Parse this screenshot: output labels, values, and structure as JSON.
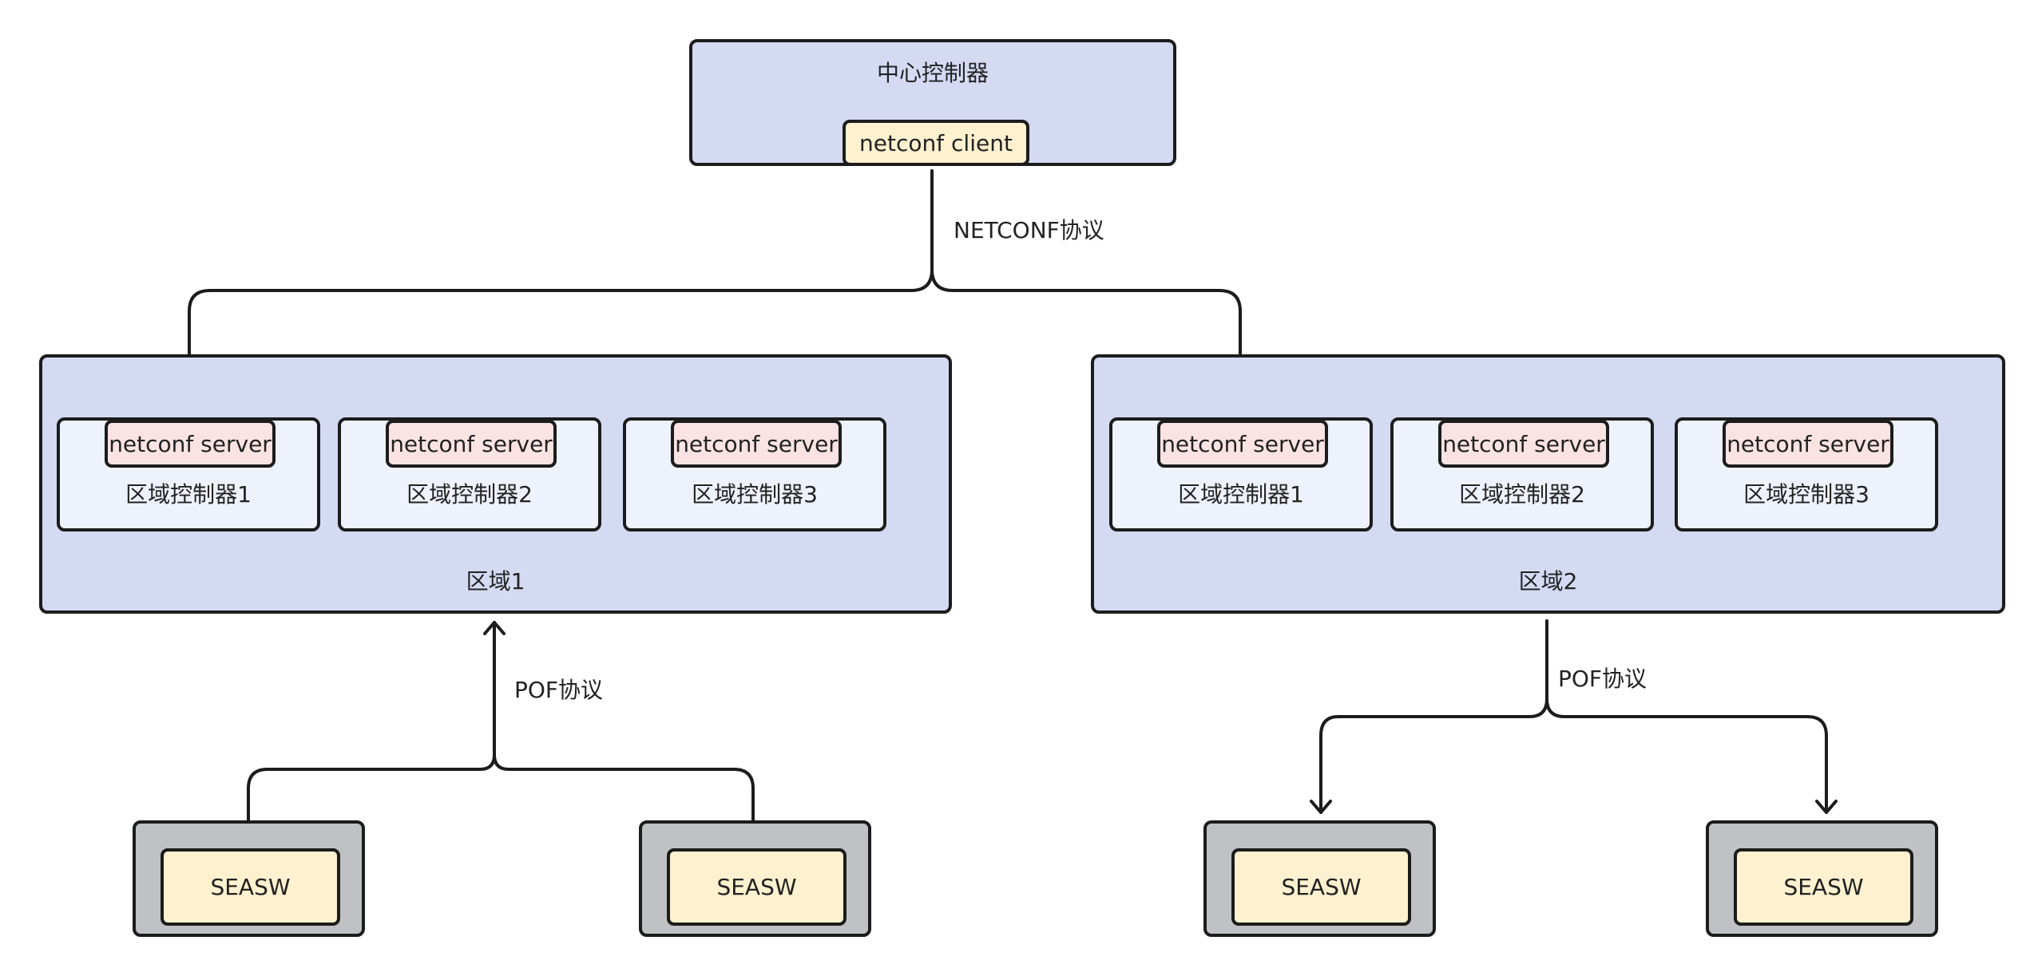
{
  "central": {
    "title": "中心控制器",
    "client": "netconf client"
  },
  "netconf_protocol": "NETCONF协议",
  "pof_protocol": "POF协议",
  "regions": [
    {
      "name": "区域1",
      "controllers": [
        {
          "server": "netconf server",
          "name": "区域控制器1"
        },
        {
          "server": "netconf server",
          "name": "区域控制器2"
        },
        {
          "server": "netconf server",
          "name": "区域控制器3"
        }
      ],
      "switches": [
        "SEASW",
        "SEASW"
      ]
    },
    {
      "name": "区域2",
      "controllers": [
        {
          "server": "netconf server",
          "name": "区域控制器1"
        },
        {
          "server": "netconf server",
          "name": "区域控制器2"
        },
        {
          "server": "netconf server",
          "name": "区域控制器3"
        }
      ],
      "switches": [
        "SEASW",
        "SEASW"
      ]
    }
  ],
  "colors": {
    "region_fill": "#d5daf3",
    "controller_fill": "#eef2fc",
    "server_fill": "#fbe3e3",
    "client_fill": "#fdf1cf",
    "switch_outer": "#c0c1c4",
    "switch_inner": "#fdf1cf",
    "stroke": "#1c1c1c"
  }
}
